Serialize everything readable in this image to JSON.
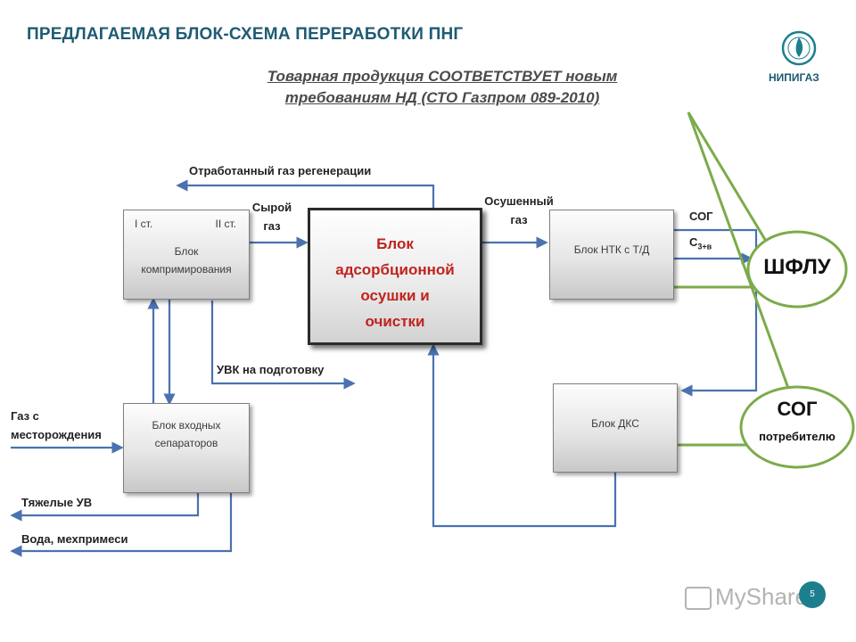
{
  "header": {
    "title": "ПРЕДЛАГАЕМАЯ БЛОК-СХЕМА ПЕРЕРАБОТКИ ПНГ",
    "subtitle_line1": "Товарная продукция  СООТВЕТСТВУЕТ новым",
    "subtitle_line2": "требованиям НД (СТО Газпром 089-2010)"
  },
  "logo": {
    "text": "НИПИГАЗ"
  },
  "blocks": {
    "compression": {
      "stage1": "I ст.",
      "stage2": "II ст.",
      "line1": "Блок",
      "line2": "компримирования"
    },
    "adsorption": {
      "line1": "Блок",
      "line2": "адсорбционной",
      "line3": "осушки и",
      "line4": "очистки"
    },
    "ntk": {
      "label": "Блок НТК с Т/Д"
    },
    "separators": {
      "line1": "Блок входных",
      "line2": "сепараторов"
    },
    "dks": {
      "label": "Блок ДКС"
    }
  },
  "labels": {
    "regen_gas": "Отработанный газ регенерации",
    "raw_gas_1": "Сырой",
    "raw_gas_2": "газ",
    "dried_gas_1": "Осушенный",
    "dried_gas_2": "газ",
    "sog": "СОГ",
    "c3_base": "С",
    "c3_sub": "3+в",
    "uvk": "УВК на подготовку",
    "field_gas_1": "Газ с",
    "field_gas_2": "месторождения",
    "heavy": "Тяжелые УВ",
    "water": "Вода, мехпримеси"
  },
  "ovals": {
    "shflu": "ШФЛУ",
    "sog_title": "СОГ",
    "sog_sub": "потребителю"
  },
  "footer": {
    "page_number": "5",
    "watermark": "MyShared"
  },
  "colors": {
    "arrow_blue": "#4a72b0",
    "green": "#7cab4a",
    "title": "#1f5b73",
    "red_text": "#c0231e"
  }
}
